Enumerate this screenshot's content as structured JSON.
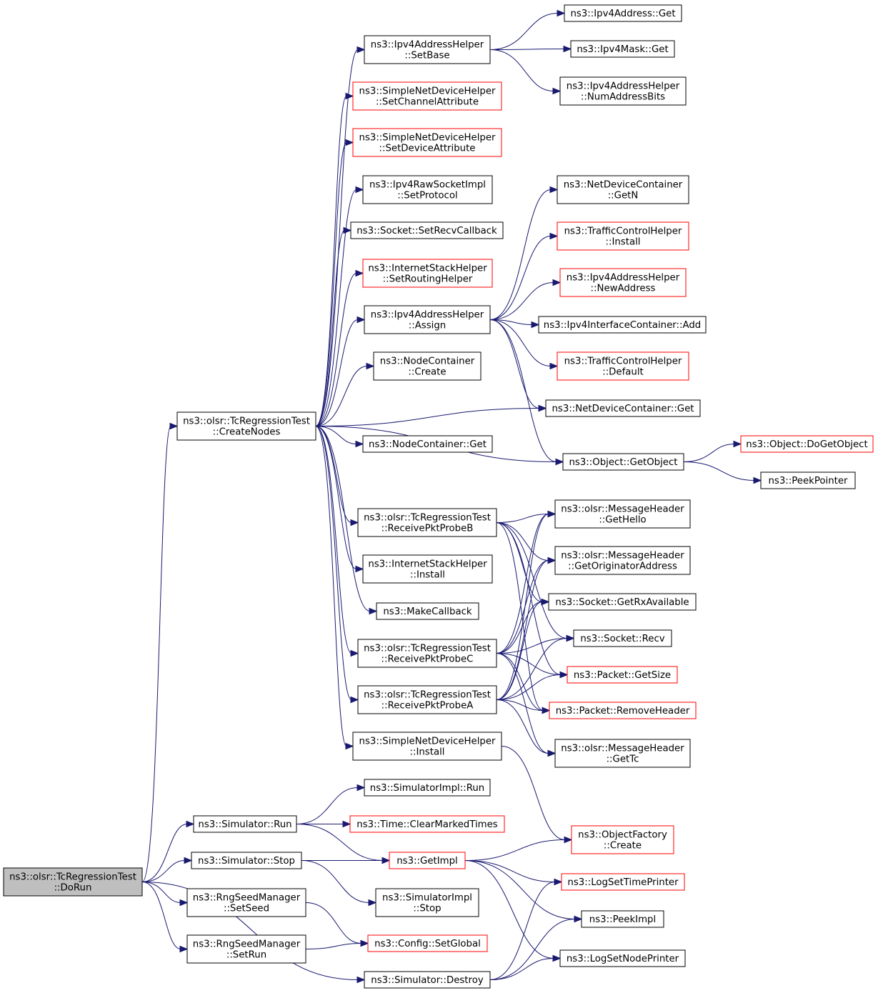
{
  "colors": {
    "edge": "#191970",
    "red_border": "#ff0000",
    "root_fill": "#bfbfbf"
  },
  "nodes": {
    "doRun": [
      "ns3::olsr::TcRegressionTest",
      "::DoRun"
    ],
    "createNodes": [
      "ns3::olsr::TcRegressionTest",
      "::CreateNodes"
    ],
    "simRun": [
      "ns3::Simulator::Run"
    ],
    "simStop": [
      "ns3::Simulator::Stop"
    ],
    "setSeed": [
      "ns3::RngSeedManager",
      "::SetSeed"
    ],
    "setRun": [
      "ns3::RngSeedManager",
      "::SetRun"
    ],
    "simDestroy": [
      "ns3::Simulator::Destroy"
    ],
    "ipv4SetBase": [
      "ns3::Ipv4AddressHelper",
      "::SetBase"
    ],
    "setChannelAttr": [
      "ns3::SimpleNetDeviceHelper",
      "::SetChannelAttribute"
    ],
    "setDeviceAttr": [
      "ns3::SimpleNetDeviceHelper",
      "::SetDeviceAttribute"
    ],
    "setProtocol": [
      "ns3::Ipv4RawSocketImpl",
      "::SetProtocol"
    ],
    "setRecvCallback": [
      "ns3::Socket::SetRecvCallback"
    ],
    "setRoutingHelper": [
      "ns3::InternetStackHelper",
      "::SetRoutingHelper"
    ],
    "ipv4Assign": [
      "ns3::Ipv4AddressHelper",
      "::Assign"
    ],
    "nodeContCreate": [
      "ns3::NodeContainer",
      "::Create"
    ],
    "nodeContGet": [
      "ns3::NodeContainer::Get"
    ],
    "recvProbeB": [
      "ns3::olsr::TcRegressionTest",
      "::ReceivePktProbeB"
    ],
    "inetInstall": [
      "ns3::InternetStackHelper",
      "::Install"
    ],
    "makeCallback": [
      "ns3::MakeCallback"
    ],
    "recvProbeC": [
      "ns3::olsr::TcRegressionTest",
      "::ReceivePktProbeC"
    ],
    "recvProbeA": [
      "ns3::olsr::TcRegressionTest",
      "::ReceivePktProbeA"
    ],
    "snInstall": [
      "ns3::SimpleNetDeviceHelper",
      "::Install"
    ],
    "simImplRun": [
      "ns3::SimulatorImpl::Run"
    ],
    "clearMarked": [
      "ns3::Time::ClearMarkedTimes"
    ],
    "getImpl": [
      "ns3::GetImpl"
    ],
    "simImplStop": [
      "ns3::SimulatorImpl",
      "::Stop"
    ],
    "configSetGlobal": [
      "ns3::Config::SetGlobal"
    ],
    "ipv4AddrGet": [
      "ns3::Ipv4Address::Get"
    ],
    "ipv4MaskGet": [
      "ns3::Ipv4Mask::Get"
    ],
    "numAddrBits": [
      "ns3::Ipv4AddressHelper",
      "::NumAddressBits"
    ],
    "ndcGetN": [
      "ns3::NetDeviceContainer",
      "::GetN"
    ],
    "tchInstall": [
      "ns3::TrafficControlHelper",
      "::Install"
    ],
    "newAddress": [
      "ns3::Ipv4AddressHelper",
      "::NewAddress"
    ],
    "ifaceAdd": [
      "ns3::Ipv4InterfaceContainer::Add"
    ],
    "tchDefault": [
      "ns3::TrafficControlHelper",
      "::Default"
    ],
    "ndcGet": [
      "ns3::NetDeviceContainer::Get"
    ],
    "getObject": [
      "ns3::Object::GetObject"
    ],
    "doGetObject": [
      "ns3::Object::DoGetObject"
    ],
    "peekPointer": [
      "ns3::PeekPointer"
    ],
    "getHello": [
      "ns3::olsr::MessageHeader",
      "::GetHello"
    ],
    "getOrigAddr": [
      "ns3::olsr::MessageHeader",
      "::GetOriginatorAddress"
    ],
    "getRxAvail": [
      "ns3::Socket::GetRxAvailable"
    ],
    "socketRecv": [
      "ns3::Socket::Recv"
    ],
    "pktGetSize": [
      "ns3::Packet::GetSize"
    ],
    "pktRemoveHeader": [
      "ns3::Packet::RemoveHeader"
    ],
    "getTc": [
      "ns3::olsr::MessageHeader",
      "::GetTc"
    ],
    "objFactCreate": [
      "ns3::ObjectFactory",
      "::Create"
    ],
    "logSetTime": [
      "ns3::LogSetTimePrinter"
    ],
    "peekImpl": [
      "ns3::PeekImpl"
    ],
    "logSetNode": [
      "ns3::LogSetNodePrinter"
    ]
  },
  "edges": [
    [
      "doRun",
      "createNodes"
    ],
    [
      "doRun",
      "simRun"
    ],
    [
      "doRun",
      "simStop"
    ],
    [
      "doRun",
      "setSeed"
    ],
    [
      "doRun",
      "setRun"
    ],
    [
      "doRun",
      "simDestroy"
    ],
    [
      "createNodes",
      "ipv4SetBase"
    ],
    [
      "createNodes",
      "setChannelAttr"
    ],
    [
      "createNodes",
      "setDeviceAttr"
    ],
    [
      "createNodes",
      "setProtocol"
    ],
    [
      "createNodes",
      "setRecvCallback"
    ],
    [
      "createNodes",
      "setRoutingHelper"
    ],
    [
      "createNodes",
      "ipv4Assign"
    ],
    [
      "createNodes",
      "nodeContCreate"
    ],
    [
      "createNodes",
      "ndcGet"
    ],
    [
      "createNodes",
      "nodeContGet"
    ],
    [
      "createNodes",
      "getObject"
    ],
    [
      "createNodes",
      "recvProbeB"
    ],
    [
      "createNodes",
      "inetInstall"
    ],
    [
      "createNodes",
      "makeCallback"
    ],
    [
      "createNodes",
      "recvProbeC"
    ],
    [
      "createNodes",
      "recvProbeA"
    ],
    [
      "createNodes",
      "snInstall"
    ],
    [
      "ipv4SetBase",
      "ipv4AddrGet"
    ],
    [
      "ipv4SetBase",
      "ipv4MaskGet"
    ],
    [
      "ipv4SetBase",
      "numAddrBits"
    ],
    [
      "ipv4Assign",
      "ndcGetN"
    ],
    [
      "ipv4Assign",
      "tchInstall"
    ],
    [
      "ipv4Assign",
      "newAddress"
    ],
    [
      "ipv4Assign",
      "ifaceAdd"
    ],
    [
      "ipv4Assign",
      "tchDefault"
    ],
    [
      "ipv4Assign",
      "ndcGet"
    ],
    [
      "ipv4Assign",
      "getObject"
    ],
    [
      "getObject",
      "doGetObject"
    ],
    [
      "getObject",
      "peekPointer"
    ],
    [
      "recvProbeB",
      "getHello"
    ],
    [
      "recvProbeB",
      "getOrigAddr"
    ],
    [
      "recvProbeB",
      "getRxAvail"
    ],
    [
      "recvProbeB",
      "socketRecv"
    ],
    [
      "recvProbeB",
      "pktGetSize"
    ],
    [
      "recvProbeB",
      "pktRemoveHeader"
    ],
    [
      "recvProbeC",
      "getHello"
    ],
    [
      "recvProbeC",
      "getOrigAddr"
    ],
    [
      "recvProbeC",
      "getRxAvail"
    ],
    [
      "recvProbeC",
      "socketRecv"
    ],
    [
      "recvProbeC",
      "pktGetSize"
    ],
    [
      "recvProbeC",
      "pktRemoveHeader"
    ],
    [
      "recvProbeC",
      "getTc"
    ],
    [
      "recvProbeA",
      "getHello"
    ],
    [
      "recvProbeA",
      "getOrigAddr"
    ],
    [
      "recvProbeA",
      "getRxAvail"
    ],
    [
      "recvProbeA",
      "socketRecv"
    ],
    [
      "recvProbeA",
      "pktGetSize"
    ],
    [
      "recvProbeA",
      "pktRemoveHeader"
    ],
    [
      "recvProbeA",
      "getTc"
    ],
    [
      "snInstall",
      "objFactCreate"
    ],
    [
      "simRun",
      "simImplRun"
    ],
    [
      "simRun",
      "clearMarked"
    ],
    [
      "simRun",
      "getImpl"
    ],
    [
      "simStop",
      "getImpl"
    ],
    [
      "simStop",
      "simImplStop"
    ],
    [
      "setSeed",
      "configSetGlobal"
    ],
    [
      "setRun",
      "configSetGlobal"
    ],
    [
      "simDestroy",
      "logSetTime"
    ],
    [
      "simDestroy",
      "peekImpl"
    ],
    [
      "simDestroy",
      "logSetNode"
    ],
    [
      "getImpl",
      "objFactCreate"
    ],
    [
      "getImpl",
      "logSetTime"
    ],
    [
      "getImpl",
      "peekImpl"
    ],
    [
      "getImpl",
      "logSetNode"
    ]
  ]
}
